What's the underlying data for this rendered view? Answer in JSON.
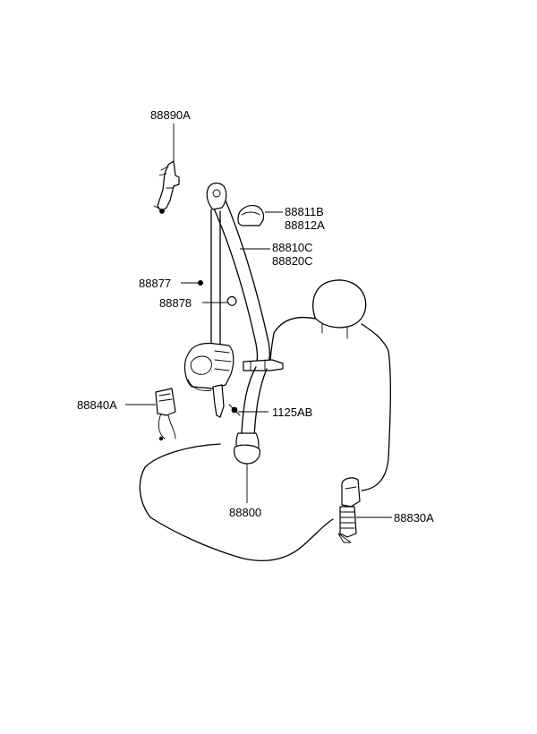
{
  "labels": {
    "p88890A": "88890A",
    "p88811B": "88811B",
    "p88812A": "88812A",
    "p88810C": "88810C",
    "p88820C": "88820C",
    "p88877": "88877",
    "p88878": "88878",
    "p88840A": "88840A",
    "p1125AB": "1125AB",
    "p88800": "88800",
    "p88830A": "88830A"
  }
}
